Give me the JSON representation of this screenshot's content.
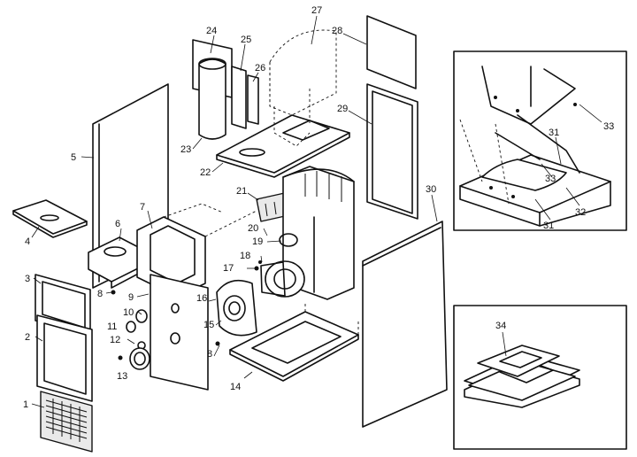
{
  "labels": {
    "p1": "1",
    "p2": "2",
    "p3": "3",
    "p4": "4",
    "p5": "5",
    "p6": "6",
    "p7": "7",
    "p8a": "8",
    "p8b": "8",
    "p9": "9",
    "p10": "10",
    "p11": "11",
    "p12": "12",
    "p13": "13",
    "p14": "14",
    "p15": "15",
    "p16": "16",
    "p17": "17",
    "p18": "18",
    "p19": "19",
    "p20": "20",
    "p21": "21",
    "p22": "22",
    "p23": "23",
    "p24": "24",
    "p25": "25",
    "p26": "26",
    "p27": "27",
    "p28": "28",
    "p29": "29",
    "p30": "30",
    "p31a": "31",
    "p31b": "31",
    "p32": "32",
    "p33a": "33",
    "p33b": "33",
    "p34": "34"
  }
}
